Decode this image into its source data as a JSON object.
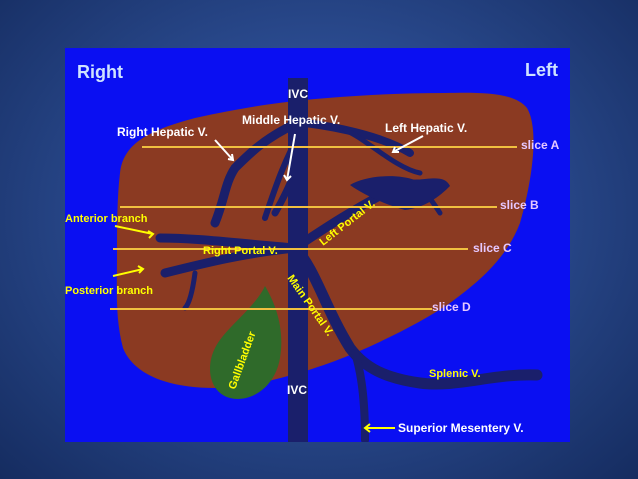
{
  "diagram": {
    "corner_left": "Right",
    "corner_right": "Left",
    "labels": {
      "ivc_top": "IVC",
      "ivc_bottom": "IVC",
      "middle_hepatic": "Middle Hepatic V.",
      "right_hepatic": "Right Hepatic V.",
      "left_hepatic": "Left Hepatic V.",
      "anterior_branch": "Anterior branch",
      "posterior_branch": "Posterior branch",
      "right_portal": "Right Portal V.",
      "left_portal": "Left Portal V.",
      "main_portal": "Main Portal V.",
      "gallbladder": "Gallbladder",
      "splenic": "Splenic V.",
      "superior_mesentery": "Superior Mesentery V."
    },
    "slices": [
      "slice A",
      "slice B",
      "slice C",
      "slice D"
    ],
    "colors": {
      "panel": "#0a0ff2",
      "liver": "#8b3a22",
      "vessel": "#1a1f6b",
      "gallbladder": "#2f6a2a",
      "slice_line": "#f0c040",
      "yellow_label": "#ffff00"
    }
  }
}
